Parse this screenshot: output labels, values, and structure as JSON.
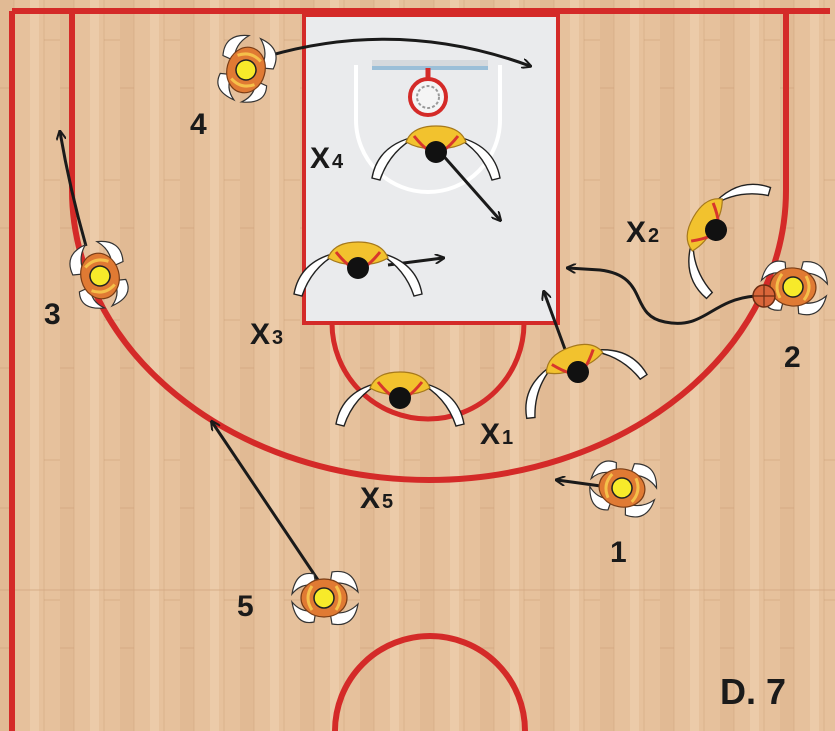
{
  "diagram": {
    "id_label": "D. 7",
    "colors": {
      "court_line": "#d42a28",
      "wood": "#e8c4a0",
      "paint": "#e8e9eb",
      "arrow": "#1a1a1a",
      "offense_body": "#e07a33",
      "offense_head": "#f7ea2a",
      "defense_body": "#f2c22e",
      "defense_head": "#111111",
      "ball": "#d9663a"
    },
    "offense": [
      {
        "label": "1"
      },
      {
        "label": "2"
      },
      {
        "label": "3"
      },
      {
        "label": "4"
      },
      {
        "label": "5"
      }
    ],
    "defense": [
      {
        "main": "X",
        "sub": "1"
      },
      {
        "main": "X",
        "sub": "2"
      },
      {
        "main": "X",
        "sub": "3"
      },
      {
        "main": "X",
        "sub": "4"
      },
      {
        "main": "X",
        "sub": "5"
      }
    ]
  }
}
